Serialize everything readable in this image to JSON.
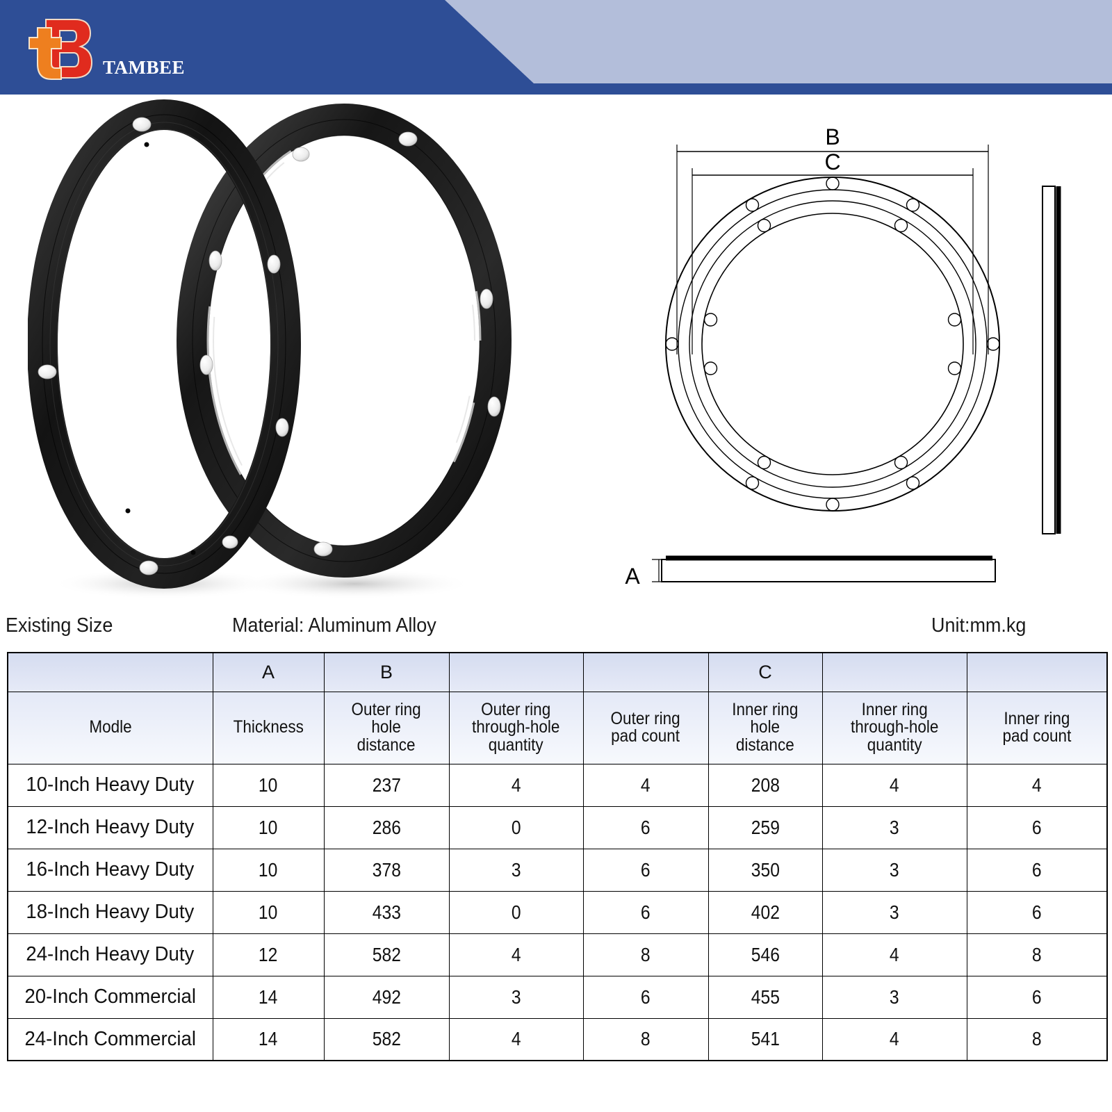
{
  "header": {
    "brand_name": "TAMBEE",
    "logo_letter_primary": "B",
    "logo_letter_secondary": "t",
    "banner_color": "#2E4E96",
    "accent_color": "#B3BEDA",
    "logo_red": "#E02B1E",
    "logo_orange": "#EE7F1F"
  },
  "product_photo": {
    "alt": "Two black aluminum alloy lazy susan turntable bearing rings with white nylon pads",
    "ring_color": "#141414",
    "pad_color": "#f2f2f2"
  },
  "technical_drawing": {
    "labels": {
      "outer_dimension": "B",
      "inner_dimension": "C",
      "thickness_dimension": "A"
    },
    "line_color": "#000000"
  },
  "captions": {
    "existing_size": "Existing Size",
    "material": "Material: Aluminum Alloy",
    "unit": "Unit:mm.kg"
  },
  "spec_table": {
    "dimension_band": [
      "",
      "A",
      "B",
      "",
      "",
      "C",
      "",
      ""
    ],
    "columns": [
      "Modle",
      "Thickness",
      "Outer ring hole distance",
      "Outer ring through-hole quantity",
      "Outer ring pad count",
      "Inner ring hole distance",
      "Inner ring through-hole quantity",
      "Inner ring pad count"
    ],
    "columns_lines": [
      [
        "Modle"
      ],
      [
        "Thickness"
      ],
      [
        "Outer ring",
        "hole",
        "distance"
      ],
      [
        "Outer ring",
        "through-hole",
        "quantity"
      ],
      [
        "Outer ring",
        "pad count"
      ],
      [
        "Inner ring",
        "hole",
        "distance"
      ],
      [
        "Inner ring",
        "through-hole",
        "quantity"
      ],
      [
        "Inner ring",
        "pad count"
      ]
    ],
    "rows": [
      [
        "10-Inch Heavy Duty",
        "10",
        "237",
        "4",
        "4",
        "208",
        "4",
        "4"
      ],
      [
        "12-Inch Heavy Duty",
        "10",
        "286",
        "0",
        "6",
        "259",
        "3",
        "6"
      ],
      [
        "16-Inch Heavy Duty",
        "10",
        "378",
        "3",
        "6",
        "350",
        "3",
        "6"
      ],
      [
        "18-Inch Heavy Duty",
        "10",
        "433",
        "0",
        "6",
        "402",
        "3",
        "6"
      ],
      [
        "24-Inch Heavy Duty",
        "12",
        "582",
        "4",
        "8",
        "546",
        "4",
        "8"
      ],
      [
        "20-Inch Commercial",
        "14",
        "492",
        "3",
        "6",
        "455",
        "3",
        "6"
      ],
      [
        "24-Inch Commercial",
        "14",
        "582",
        "4",
        "8",
        "541",
        "4",
        "8"
      ]
    ]
  }
}
